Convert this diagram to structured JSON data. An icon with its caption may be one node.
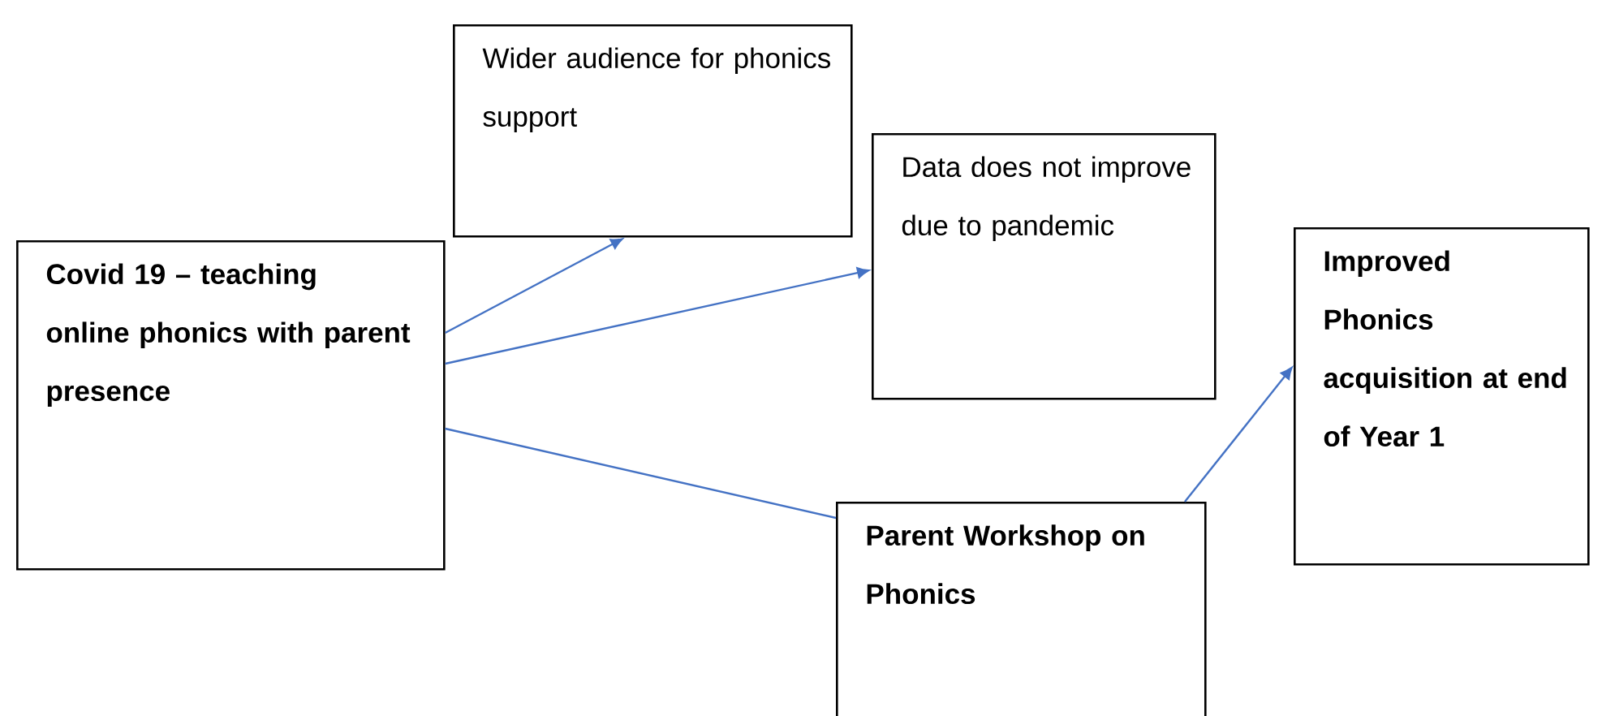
{
  "diagram": {
    "nodes": [
      {
        "text": [
          "Covid 19 – teaching online phonics with parent presence"
        ]
      },
      {
        "text": [
          "Wider audience for phonics support"
        ]
      },
      {
        "text": [
          "Data does not improve due to pandemic"
        ]
      },
      {
        "text": [
          "Improved Phonics acquisition at end of Year 1"
        ]
      },
      {
        "text": [
          "Parent Workshop on Phonics"
        ]
      }
    ],
    "edges": [
      {
        "from": 0,
        "to": 1,
        "arrow": "to"
      },
      {
        "from": 0,
        "to": 2,
        "arrow": "to"
      },
      {
        "from": 0,
        "to": 4,
        "arrow": "none"
      },
      {
        "from": 4,
        "to": 3,
        "arrow": "to"
      }
    ]
  }
}
